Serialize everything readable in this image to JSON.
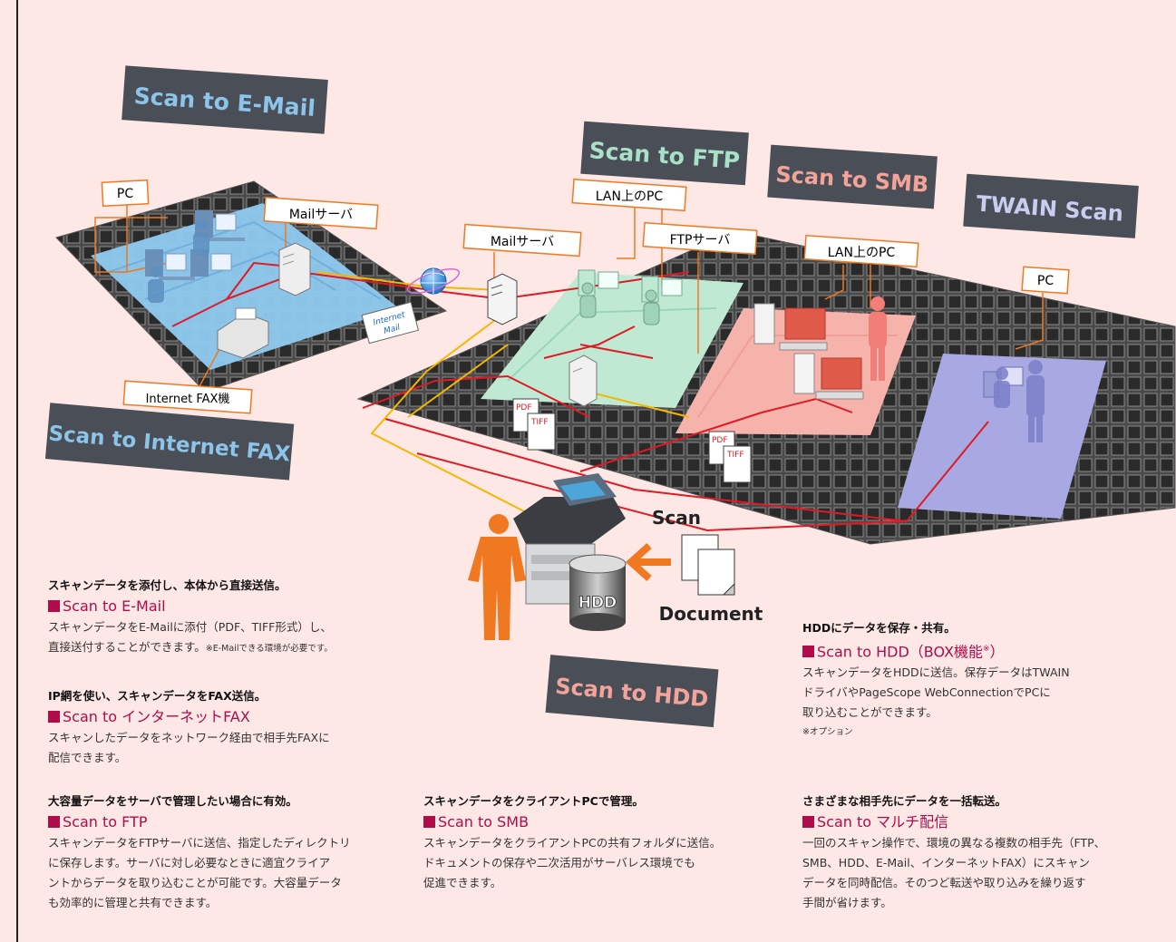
{
  "banners": {
    "email": "Scan to E-Mail",
    "ftp": "Scan to FTP",
    "smb": "Scan to SMB",
    "twain": "TWAIN Scan",
    "ifax": "Scan to Internet FAX",
    "hdd": "Scan to HDD"
  },
  "labels": {
    "pc_email": "PC",
    "mail_server_1": "Mailサーバ",
    "ifax_machine": "Internet FAX機",
    "mail_server_2": "Mailサーバ",
    "lan_pc_ftp": "LAN上のPC",
    "ftp_server": "FTPサーバ",
    "lan_pc_smb": "LAN上のPC",
    "pc_twain": "PC",
    "internet_mail_1": "Internet",
    "internet_mail_2": "Mail",
    "pdf_1": "PDF",
    "tiff_1": "TIFF",
    "pdf_2": "PDF",
    "tiff_2": "TIFF",
    "hdd": "HDD",
    "scan": "Scan",
    "document": "Document"
  },
  "descriptions": {
    "email": {
      "heading": "スキャンデータを添付し、本体から直接送信。",
      "title": "Scan to E-Mail",
      "body": "スキャンデータをE-Mailに添付（PDF、TIFF形式）し、\n直接送付することができます。",
      "note": "※E-Mailできる環境が必要です。"
    },
    "ifax": {
      "heading": "IP網を使い、スキャンデータをFAX送信。",
      "title": "Scan to インターネットFAX",
      "body": "スキャンしたデータをネットワーク経由で相手先FAXに\n配信できます。"
    },
    "ftp": {
      "heading": "大容量データをサーバで管理したい場合に有効。",
      "title": "Scan to FTP",
      "body": "スキャンデータをFTPサーバに送信、指定したディレクトリ\nに保存します。サーバに対し必要なときに適宜クライア\nントからデータを取り込むことが可能です。大容量データ\nも効率的に管理と共有できます。"
    },
    "smb": {
      "heading": "スキャンデータをクライアントPCで管理。",
      "title": "Scan to SMB",
      "body": "スキャンデータをクライアントPCの共有フォルダに送信。\nドキュメントの保存や二次活用がサーバレス環境でも\n促進できます。"
    },
    "hdd": {
      "heading": "HDDにデータを保存・共有。",
      "title": "Scan to HDD（BOX機能",
      "title_mark": "※",
      "title_end": "）",
      "body": "スキャンデータをHDDに送信。保存データはTWAIN\nドライバやPageScope WebConnectionでPCに\n取り込むことができます。",
      "note": "※オプション"
    },
    "multi": {
      "heading": "さまざまな相手先にデータを一括転送。",
      "title": "Scan to マルチ配信",
      "body": "一回のスキャン操作で、環境の異なる複数の相手先（FTP、\nSMB、HDD、E-Mail、インターネットFAX）にスキャン\nデータを同時配信。そのつど転送や取り込みを繰り返す\n手間が省けます。"
    }
  },
  "colors": {
    "background": "#fde8e6",
    "banner": "#4a4f57",
    "banner_email": "#8cc4ea",
    "banner_ftp": "#a8e0c8",
    "banner_smb": "#f3a49a",
    "banner_twain": "#c9cdf0",
    "title": "#b00c4a",
    "callout": "#f07820",
    "network_red": "#e01a24",
    "network_yellow": "#f5b800",
    "zone_email": "#8fcbf0",
    "zone_ftp": "#bfe9d3",
    "zone_smb": "#f6b3ac",
    "zone_twain": "#a8a9e2",
    "person": "#f07820"
  }
}
